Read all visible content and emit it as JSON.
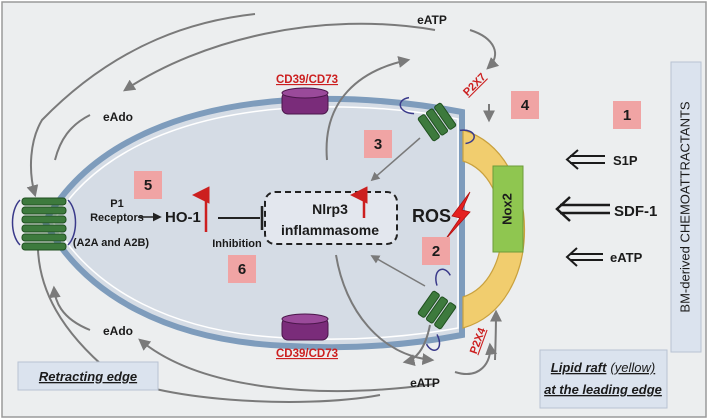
{
  "colors": {
    "frame_bg": "#eceeef",
    "cell_fill": "#d5dce5",
    "membrane": "#7e9cbc",
    "raft": "#f1cd6e",
    "nox": "#8fc650",
    "badge": "#f0a4a4",
    "receptor_green": "#3d7a3d",
    "cd_purple": "#7a2c7a",
    "label_red": "#cc1f1f",
    "box_blue": "#dbe3ee"
  },
  "icons": {
    "pathway_arrow": "curved-grey-arrow",
    "upregulation": "red-up-arrow",
    "ros_burst": "lightning-bolt",
    "chemotaxis": "double-arrow-left"
  },
  "labels": {
    "eatp_top": "eATP",
    "eatp_bottom": "eATP",
    "eado_top": "eAdo",
    "eado_bottom": "eAdo",
    "cd_top": "CD39/CD73",
    "cd_bottom": "CD39/CD73",
    "p2x7": "P2X7",
    "p2x4": "P2X4",
    "receptors_line1": "P1",
    "receptors_line2": "Receptors",
    "receptors_line3": "(A2A and A2B)",
    "ho1": "HO-1",
    "inhibition": "Inhibition",
    "nlrp3_line1": "Nlrp3",
    "nlrp3_line2": "inflammasome",
    "ros": "ROS",
    "nox2": "Nox2",
    "s1p": "S1P",
    "sdf1": "SDF-1",
    "eatp_attractant": "eATP",
    "bm_title": "BM-derived CHEMOATTRACTANTS",
    "retracting_edge": "Retracting edge",
    "lipid_raft_bold": "Lipid raft",
    "lipid_raft_normal": "(yellow)",
    "leading_edge": "at the leading edge"
  },
  "badges": [
    "1",
    "2",
    "3",
    "4",
    "5",
    "6"
  ]
}
